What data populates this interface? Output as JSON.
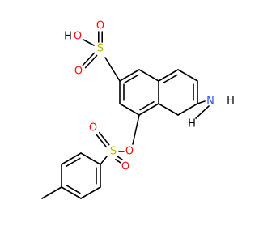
{
  "colors": {
    "bond": "#000000",
    "O": "#ff0d0d",
    "S": "#b8b800",
    "N": "#3050f8",
    "H": "#000000",
    "background": "#ffffff"
  },
  "atom_labels": {
    "h_sulfonic": "H",
    "o_hydroxyl": "O",
    "s_sulfonic": "S",
    "o_sulfonic_top": "O",
    "o_sulfonic_bottom": "O",
    "n_amine": "N",
    "h_amine_1": "H",
    "h_amine_2": "H",
    "o_ester": "O",
    "s_tosyl": "S",
    "o_tosyl_top": "O",
    "o_tosyl_bottom": "O"
  }
}
